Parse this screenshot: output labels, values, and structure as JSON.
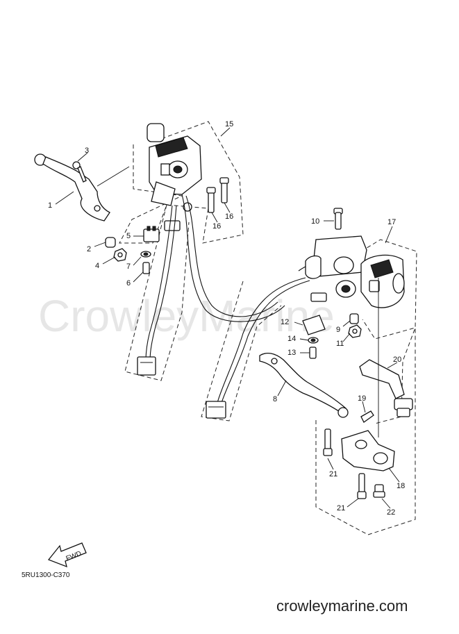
{
  "diagram": {
    "callouts": [
      {
        "id": "1",
        "text": "1"
      },
      {
        "id": "2",
        "text": "2"
      },
      {
        "id": "3",
        "text": "3"
      },
      {
        "id": "4",
        "text": "4"
      },
      {
        "id": "5",
        "text": "5"
      },
      {
        "id": "6",
        "text": "6"
      },
      {
        "id": "7",
        "text": "7"
      },
      {
        "id": "8",
        "text": "8"
      },
      {
        "id": "9",
        "text": "9"
      },
      {
        "id": "10",
        "text": "10"
      },
      {
        "id": "11",
        "text": "11"
      },
      {
        "id": "12",
        "text": "12"
      },
      {
        "id": "13",
        "text": "13"
      },
      {
        "id": "14",
        "text": "14"
      },
      {
        "id": "15",
        "text": "15"
      },
      {
        "id": "16a",
        "text": "16"
      },
      {
        "id": "16b",
        "text": "16"
      },
      {
        "id": "17",
        "text": "17"
      },
      {
        "id": "18",
        "text": "18"
      },
      {
        "id": "19",
        "text": "19"
      },
      {
        "id": "20",
        "text": "20"
      },
      {
        "id": "21a",
        "text": "21"
      },
      {
        "id": "21b",
        "text": "21"
      },
      {
        "id": "22",
        "text": "22"
      }
    ],
    "fwd_label": "FWD",
    "drawing_code": "5RU1300-C370",
    "watermark": "CrowleyMarine",
    "site_url": "crowleymarine.com"
  }
}
